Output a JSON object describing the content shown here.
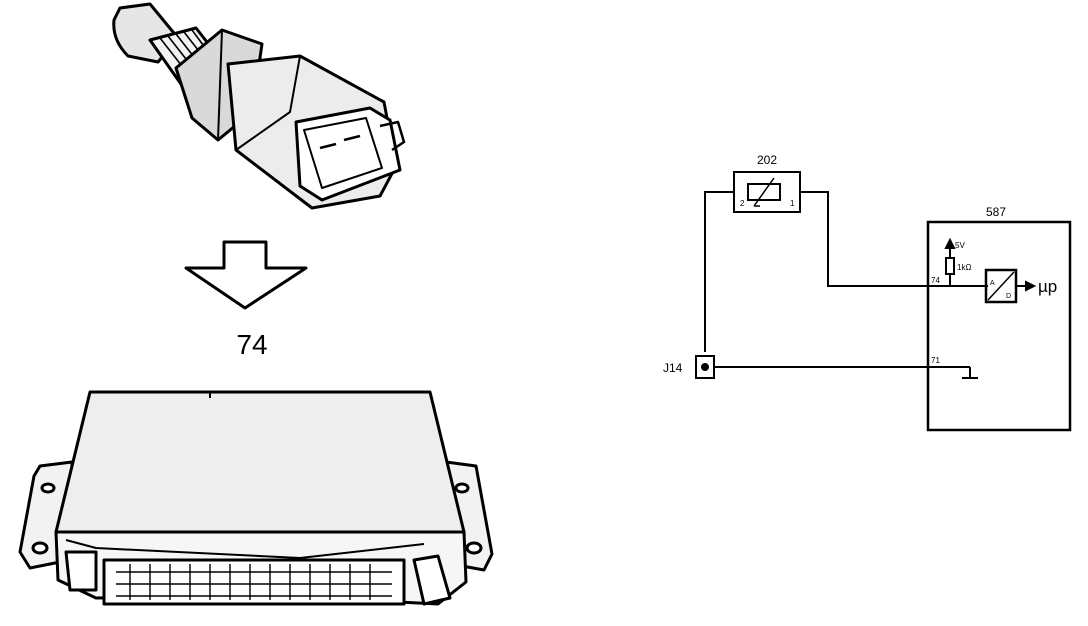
{
  "pin_callout": "74",
  "schematic": {
    "sensor": {
      "id": "202",
      "pin_left": "2",
      "pin_right": "1"
    },
    "ecu": {
      "id": "587",
      "supply": "5V",
      "resistor": "1kΩ",
      "pin_signal": "74",
      "pin_ground": "71",
      "adc_in": "A",
      "adc_out": "D",
      "output": "µp"
    },
    "connector": {
      "id": "J14"
    }
  }
}
